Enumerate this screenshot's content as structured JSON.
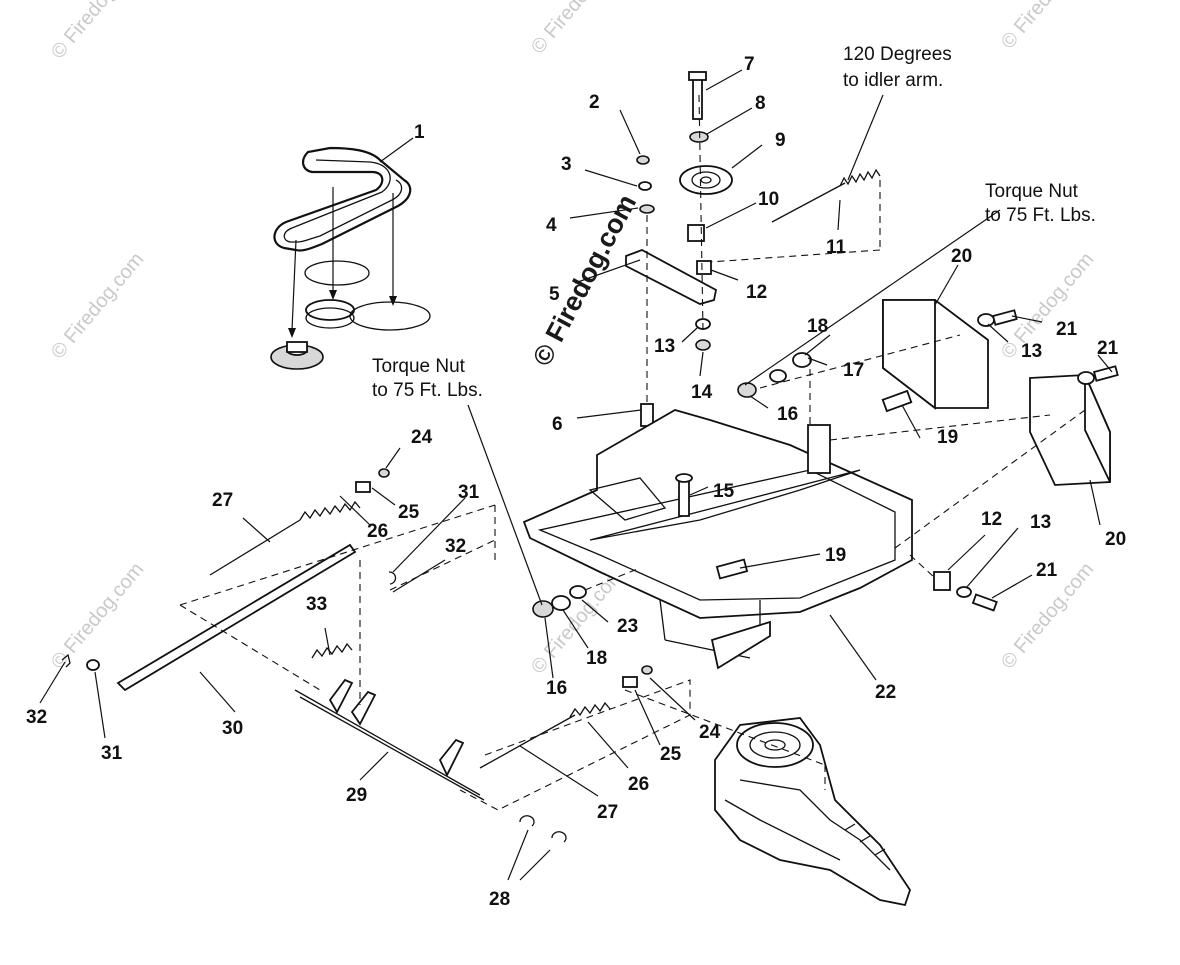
{
  "watermark": {
    "small": "© Firedog.com",
    "large": "© Firedog.com"
  },
  "notes": {
    "spring_angle": [
      "120 Degrees",
      "to idler arm."
    ],
    "torque_right": [
      "Torque Nut",
      "to 75 Ft. Lbs."
    ],
    "torque_left": [
      "Torque Nut",
      "to 75 Ft. Lbs."
    ]
  },
  "callouts": {
    "c1": "1",
    "c2": "2",
    "c3": "3",
    "c4": "4",
    "c5": "5",
    "c6": "6",
    "c7": "7",
    "c8": "8",
    "c9": "9",
    "c10": "10",
    "c11": "11",
    "c12a": "12",
    "c12b": "12",
    "c13a": "13",
    "c13b": "13",
    "c13c": "13",
    "c14": "14",
    "c15": "15",
    "c16a": "16",
    "c16b": "16",
    "c17": "17",
    "c18a": "18",
    "c18b": "18",
    "c19a": "19",
    "c19b": "19",
    "c20a": "20",
    "c20b": "20",
    "c21a": "21",
    "c21b": "21",
    "c22": "22",
    "c23": "23",
    "c24a": "24",
    "c24b": "24",
    "c25a": "25",
    "c25b": "25",
    "c26a": "26",
    "c26b": "26",
    "c27a": "27",
    "c27b": "27",
    "c28": "28",
    "c29": "29",
    "c30": "30",
    "c31a": "31",
    "c31b": "31",
    "c32a": "32",
    "c32b": "32",
    "c33": "33"
  }
}
